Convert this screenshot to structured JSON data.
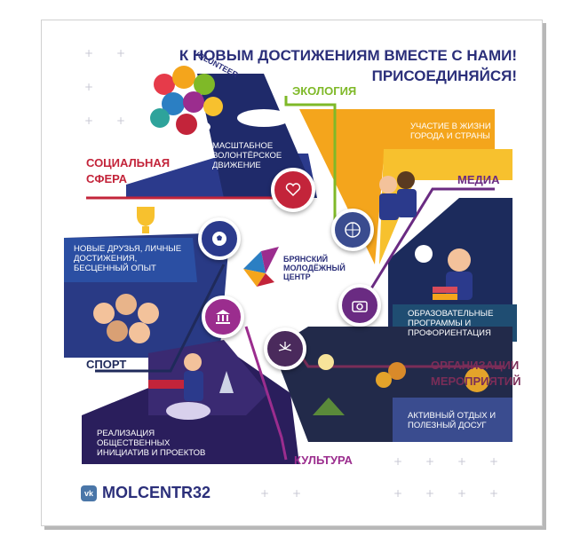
{
  "title": {
    "line1": "К НОВЫМ ДОСТИЖЕНИЯМ ВМЕСТЕ С НАМИ!",
    "line2": "ПРИСОЕДИНЯЙСЯ!"
  },
  "balloons": {
    "text": "VOLUNTEER"
  },
  "sections": {
    "ecology": {
      "label": "ЭКОЛОГИЯ",
      "text": "УЧАСТИЕ В ЖИЗНИ ГОРОДА И СТРАНЫ",
      "color": "#7fb928"
    },
    "social": {
      "label": "СОЦИАЛЬНАЯ СФЕРА",
      "text": "МАСШТАБНОЕ ВОЛОНТЁРСКОЕ ДВИЖЕНИЕ",
      "color": "#c3243a"
    },
    "media": {
      "label": "МЕДИА",
      "text": "ОБРАЗОВАТЕЛЬНЫЕ ПРОГРАММЫ И ПРОФОРИЕНТАЦИЯ",
      "color": "#6a2b82"
    },
    "sport": {
      "label": "СПОРТ",
      "text": "НОВЫЕ ДРУЗЬЯ, ЛИЧНЫЕ ДОСТИЖЕНИЯ, БЕСЦЕННЫЙ ОПЫТ",
      "color": "#1f2a5a"
    },
    "events": {
      "label": "ОРГАНИЗАЦИИ МЕРОПРИЯТИЙ",
      "text": "АКТИВНЫЙ ОТДЫХ И ПОЛЕЗНЫЙ ДОСУГ",
      "color": "#7a2d58"
    },
    "culture": {
      "label": "КУЛЬТУРА",
      "text": "РЕАЛИЗАЦИЯ ОБЩЕСТВЕННЫХ ИНИЦИАТИВ И ПРОЕКТОВ",
      "color": "#9b2d8e"
    }
  },
  "logo": {
    "line1": "БРЯНСКИЙ",
    "line2": "МОЛОДЁЖНЫЙ",
    "line3": "ЦЕНТР"
  },
  "footer": {
    "vk": "vk",
    "handle": "MOLCENTR32"
  }
}
